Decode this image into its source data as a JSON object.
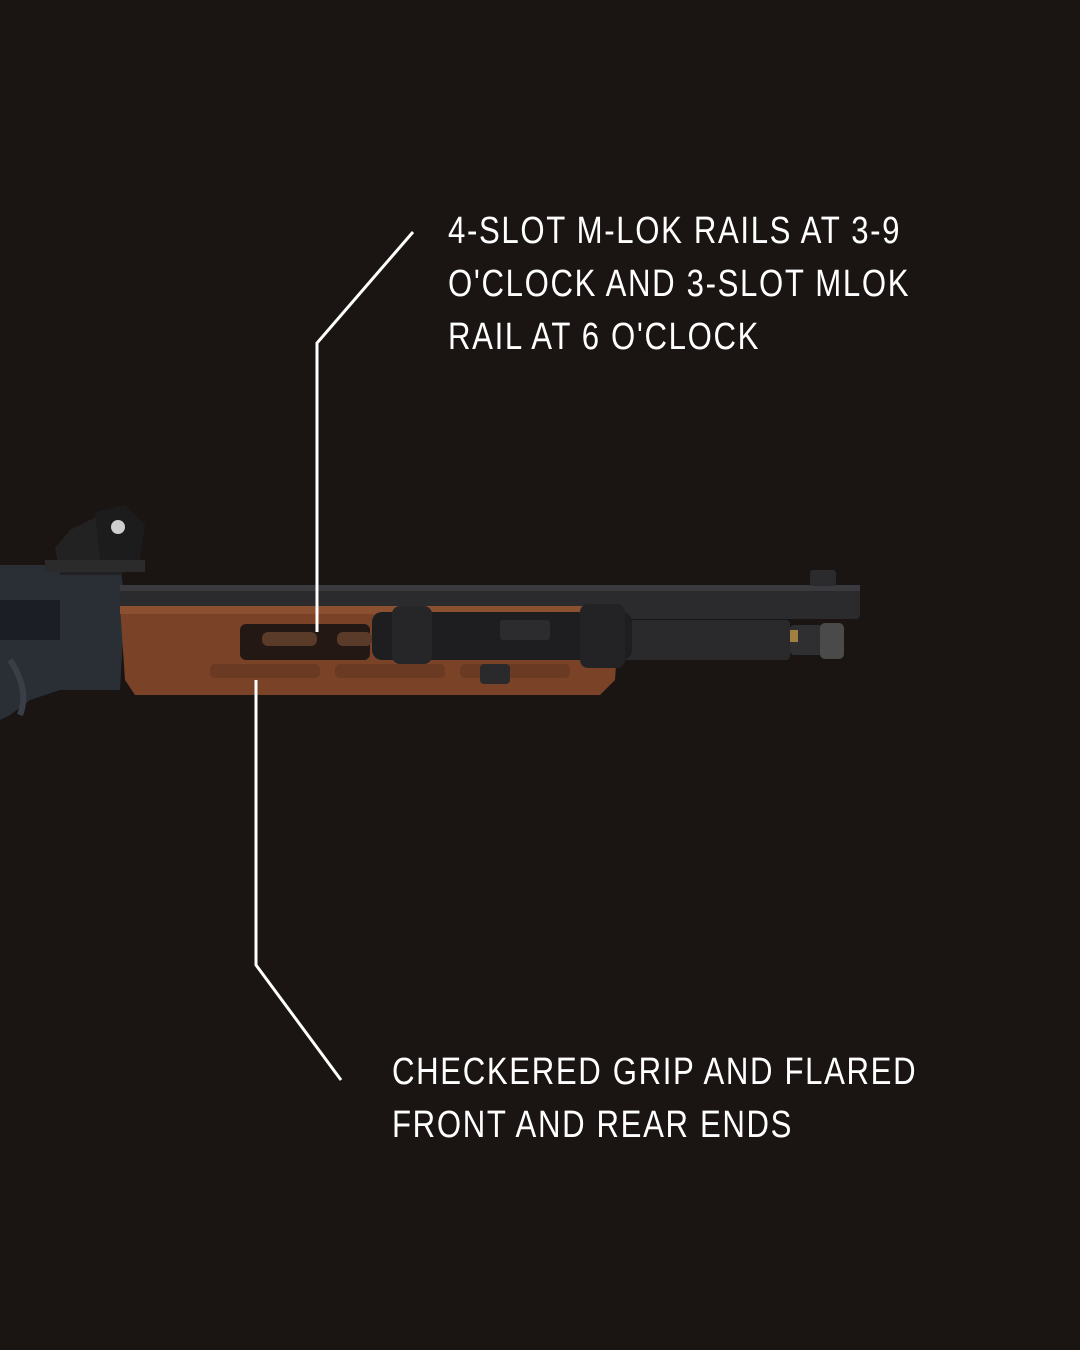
{
  "callouts": {
    "top": {
      "lines": [
        "4-SLOT M-LOK RAILS AT 3-9",
        "O'CLOCK AND 3-SLOT MLOK",
        "RAIL AT 6 O'CLOCK"
      ]
    },
    "bottom": {
      "lines": [
        "CHECKERED GRIP AND FLARED",
        "FRONT AND REAR ENDS"
      ]
    }
  },
  "colors": {
    "background": "#1a1412",
    "text": "#ffffff",
    "wood": "#7a4328",
    "metal": "#2b2b2e"
  },
  "icons": {
    "product": "lever-action-rifle-handguard",
    "optic": "red-dot-sight",
    "light": "weapon-light"
  }
}
